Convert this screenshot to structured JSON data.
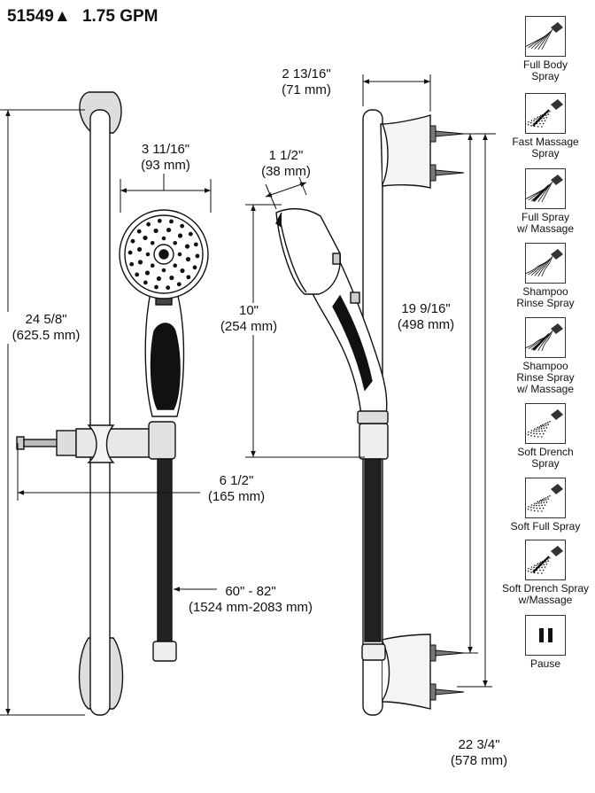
{
  "header": {
    "model": "51549",
    "marker": "▲",
    "flow": "1.75 GPM"
  },
  "dimensions": {
    "head_width": {
      "imperial": "3 11/16\"",
      "metric": "(93 mm)"
    },
    "bar_height": {
      "imperial": "24 5/8\"",
      "metric": "(625.5 mm)"
    },
    "slider_reach": {
      "imperial": "6 1/2\"",
      "metric": "(165 mm)"
    },
    "hose_length": {
      "imperial": "60\" - 82\"",
      "metric": "(1524 mm-2083 mm)"
    },
    "wall_projection": {
      "imperial": "2 13/16\"",
      "metric": "(71 mm)"
    },
    "head_depth": {
      "imperial": "1 1/2\"",
      "metric": "(38 mm)"
    },
    "handle_height": {
      "imperial": "10\"",
      "metric": "(254 mm)"
    },
    "mount_spacing": {
      "imperial": "19 9/16\"",
      "metric": "(498 mm)"
    },
    "overall_height": {
      "imperial": "22 3/4\"",
      "metric": "(578 mm)"
    }
  },
  "spray_settings": [
    {
      "icon": "full-body-spray-icon",
      "lines": [
        "Full Body",
        "Spray"
      ]
    },
    {
      "icon": "fast-massage-spray-icon",
      "lines": [
        "Fast Massage",
        "Spray"
      ]
    },
    {
      "icon": "full-spray-massage-icon",
      "lines": [
        "Full Spray",
        "w/ Massage"
      ]
    },
    {
      "icon": "shampoo-rinse-spray-icon",
      "lines": [
        "Shampoo",
        "Rinse Spray"
      ]
    },
    {
      "icon": "shampoo-rinse-massage-icon",
      "lines": [
        "Shampoo",
        "Rinse Spray",
        "w/ Massage"
      ]
    },
    {
      "icon": "soft-drench-spray-icon",
      "lines": [
        "Soft Drench",
        "Spray"
      ]
    },
    {
      "icon": "soft-full-spray-icon",
      "lines": [
        "Soft Full Spray"
      ]
    },
    {
      "icon": "soft-drench-massage-icon",
      "lines": [
        "Soft Drench Spray",
        "w/Massage"
      ]
    },
    {
      "icon": "pause-icon",
      "lines": [
        "Pause"
      ]
    }
  ]
}
